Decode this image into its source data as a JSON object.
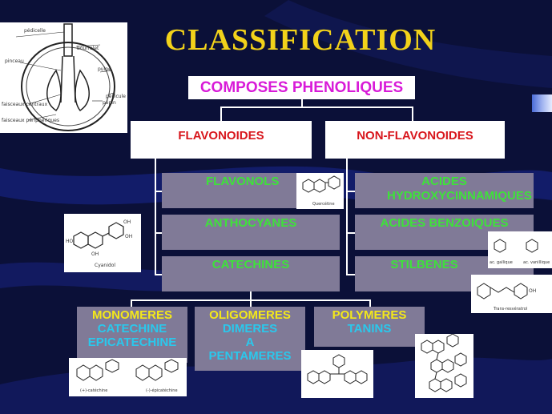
{
  "title": "CLASSIFICATION",
  "root": "COMPOSES PHENOLIQUES",
  "branches": {
    "left": "FLAVONOIDES",
    "right": "NON-FLAVONOIDES"
  },
  "flavonoid_classes": [
    "FLAVONOLS",
    "ANTHOCYANES",
    "CATECHINES"
  ],
  "nonflavonoid_classes": [
    "ACIDES HYDROXYCINNAMIQUES",
    "ACIDES BENZOIQUES",
    "STILBENES"
  ],
  "catechine_forms": [
    {
      "head": "MONOMERES",
      "lines": [
        "CATECHINE",
        "EPICATECHINE"
      ]
    },
    {
      "head": "OLIGOMERES",
      "lines": [
        "DIMERES",
        "A",
        "PENTAMERES"
      ]
    },
    {
      "head": "POLYMERES",
      "lines": [
        "TANINS"
      ]
    }
  ],
  "grape_diagram_labels": [
    "pédicelle",
    "bourrelet",
    "pinceau",
    "pulpe",
    "pellicule",
    "pépin",
    "faisceaux centraux",
    "faisceaux périphériques"
  ],
  "structure_captions": {
    "flavonol": "Quercétine",
    "anthocyane": "Cyanidol",
    "benzoique_1": "ac. gallique",
    "benzoique_2": "ac. vanillique",
    "stilbene": "Trans-resvératrol",
    "monomere_1": "(+)-catéchine",
    "monomere_2": "(-)-épicatéchine"
  },
  "colors": {
    "background": "#0b1038",
    "title": "#f2d21a",
    "root_text": "#d81ad8",
    "branch_text": "#d8161c",
    "class_text": "#3ee23a",
    "class_box": "#807a97",
    "form_head": "#f3e81a",
    "form_lines": "#2ac8ec"
  }
}
